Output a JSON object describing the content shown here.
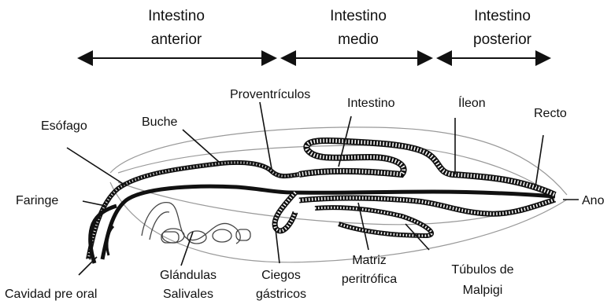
{
  "sections": {
    "anterior": [
      "Intestino",
      "anterior"
    ],
    "medio": [
      "Intestino",
      "medio"
    ],
    "posterior": [
      "Intestino",
      "posterior"
    ]
  },
  "labels": {
    "esofago": "Esófago",
    "buche": "Buche",
    "proventriculos": "Proventrículos",
    "intestino": "Intestino",
    "ileon": "Íleon",
    "recto": "Recto",
    "faringe": "Faringe",
    "ano": "Ano",
    "cavidad": "Cavidad pre oral",
    "glandulas": [
      "Glándulas",
      "Salivales"
    ],
    "ciegos": [
      "Ciegos",
      "gástricos"
    ],
    "matriz": [
      "Matriz",
      "peritrófica"
    ],
    "tubulos": [
      "Túbulos de",
      "Malpigi"
    ]
  }
}
